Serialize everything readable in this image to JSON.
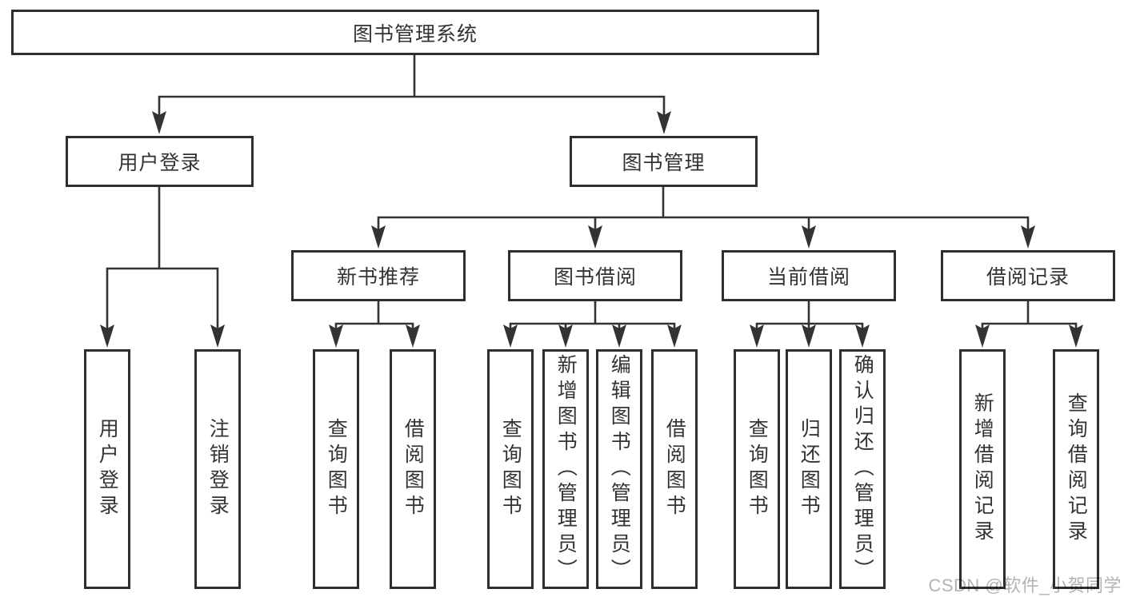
{
  "diagram_title": "图书管理系统",
  "colors": {
    "line": "#333333",
    "box_border": "#2e2e2e",
    "box_background": "#ffffff",
    "text": "#333333",
    "watermark": "#b3b3b3"
  },
  "tree": {
    "root": {
      "label": "图书管理系统"
    },
    "branches": [
      {
        "label": "用户登录",
        "children": [
          {
            "label": "用户登录"
          },
          {
            "label": "注销登录"
          }
        ]
      },
      {
        "label": "图书管理",
        "children": [
          {
            "label": "新书推荐",
            "children": [
              {
                "label": "查询图书"
              },
              {
                "label": "借阅图书"
              }
            ]
          },
          {
            "label": "图书借阅",
            "children": [
              {
                "label": "查询图书"
              },
              {
                "label": "新增图书（管理员）"
              },
              {
                "label": "编辑图书（管理员）"
              },
              {
                "label": "借阅图书"
              }
            ]
          },
          {
            "label": "当前借阅",
            "children": [
              {
                "label": "查询图书"
              },
              {
                "label": "归还图书"
              },
              {
                "label": "确认归还（管理员）"
              }
            ]
          },
          {
            "label": "借阅记录",
            "children": [
              {
                "label": "新增借阅记录"
              },
              {
                "label": "查询借阅记录"
              }
            ]
          }
        ]
      }
    ]
  },
  "watermark": {
    "text": "CSDN @软件_小贺同学"
  }
}
